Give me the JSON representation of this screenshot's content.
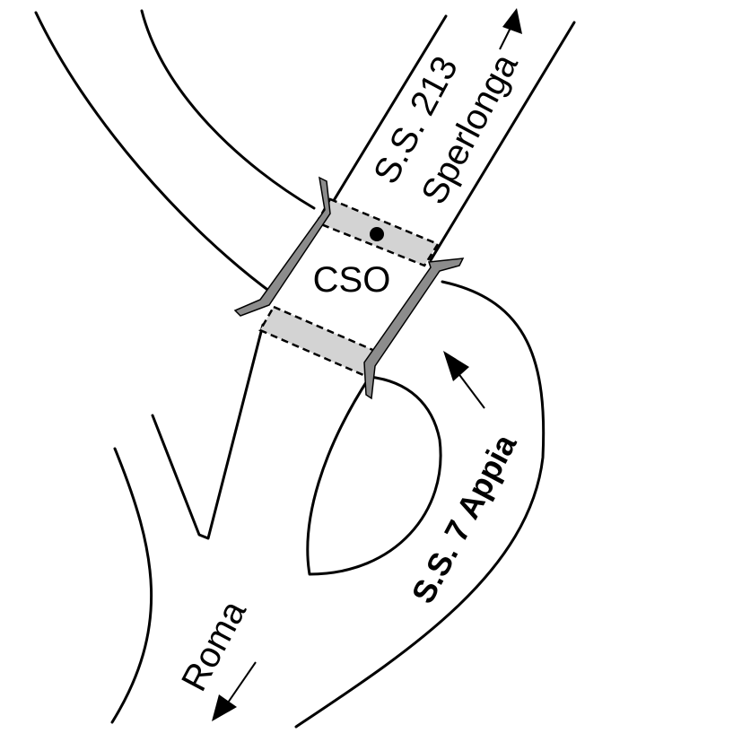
{
  "labels": {
    "ss213_number": "S.S. 213",
    "ss213_destination": "Sperlonga",
    "crossing": "CSO",
    "ss7": "S.S. 7 Appia",
    "roma": "Roma"
  },
  "colors": {
    "line": "#000000",
    "crosswalk_fill": "#d3d3d3",
    "rail_fill": "#8c8c8c",
    "background": "#ffffff"
  }
}
